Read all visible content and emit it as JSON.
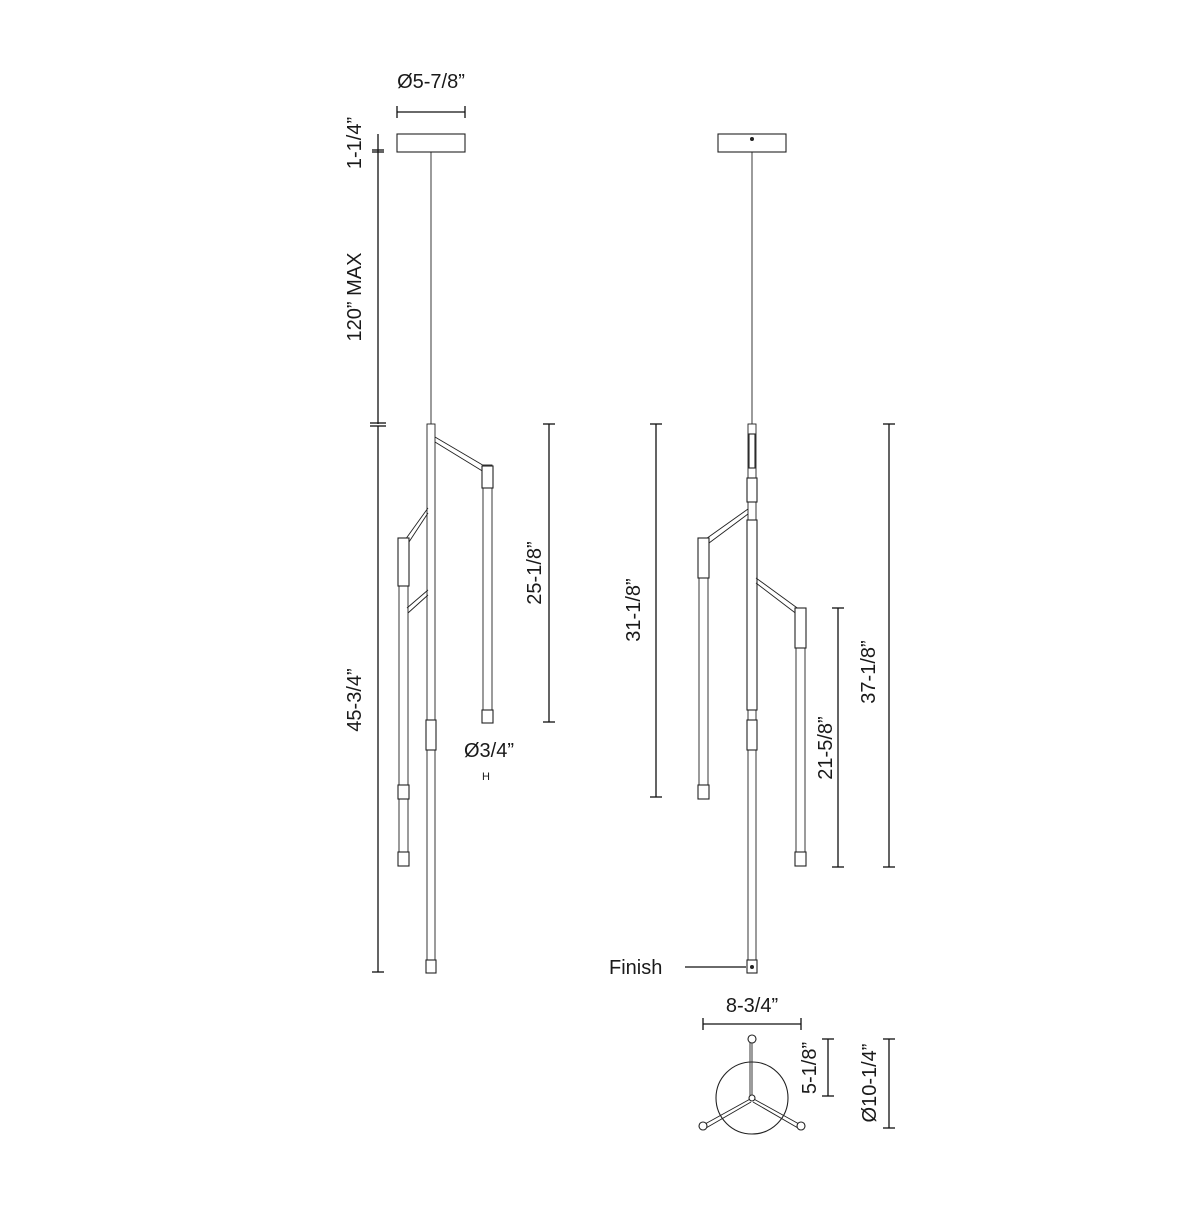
{
  "dimensions": {
    "canopy_diameter": "Ø5-7/8”",
    "canopy_height": "1-1/4”",
    "cable_length": "120” MAX",
    "overall_height": "45-3/4”",
    "rod_diameter": "Ø3/4”",
    "rod_diameter_marker": "H",
    "short_rod_length": "25-1/8”",
    "arm_length_a": "31-1/8”",
    "arm_length_b": "21-5/8”",
    "arm_length_c": "37-1/8”",
    "spread_width": "8-3/4”",
    "hub_offset": "5-1/8”",
    "footprint_diameter": "Ø10-1/4”"
  },
  "callouts": {
    "finish": "Finish"
  }
}
